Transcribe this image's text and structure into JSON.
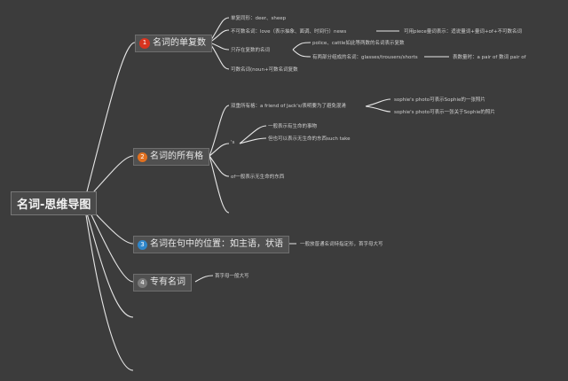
{
  "root": {
    "label": "名词-思维导图"
  },
  "colors": {
    "background": "#3c3c3c",
    "line": "#e6e6e6",
    "badge1": "#d8341f",
    "badge2": "#e07020",
    "badge3": "#2f86c9",
    "badge4": "#7a7a7a"
  },
  "topics": [
    {
      "num": "1",
      "label": "名词的单复数"
    },
    {
      "num": "2",
      "label": "名词的所有格"
    },
    {
      "num": "3",
      "label": "名词在句中的位置：如主语，状语"
    },
    {
      "num": "4",
      "label": "专有名词"
    }
  ],
  "leaves": {
    "t1_a": "单复同形：deer、sheep",
    "t1_b": "不可数名词：love（表示抽象、面调、时间行）news",
    "t1_b1": "可用piece量词表示：适说量词+量词+of+不可数名词",
    "t1_c": "只存在复数的名词",
    "t1_c1": "police、cattle如此等两数的名词表示复数",
    "t1_c2": "有两部分组成的名词：glasses/trousers/shorts",
    "t1_c2a": "表数量时：a pair of 数词 pair of",
    "t1_d": "可数名词(noun+可数名词复数",
    "t2_a": "双重所有格：a friend of Jack's/表明要为了避免混淆",
    "t2_a1": "sophie's photo可表示Sophie的一张照片",
    "t2_a2": "sophie's photo可表示一张关于Sophie的照片",
    "t2_b": "'s",
    "t2_b1": "一般表示有生命的事物",
    "t2_b2": "但也可以表示无生命的东西such take",
    "t2_c": "of一般表示无生命的东西",
    "t3_a": "一般放普通名词特指定形，首字母大写",
    "t4_a": "首字母一般大写"
  }
}
